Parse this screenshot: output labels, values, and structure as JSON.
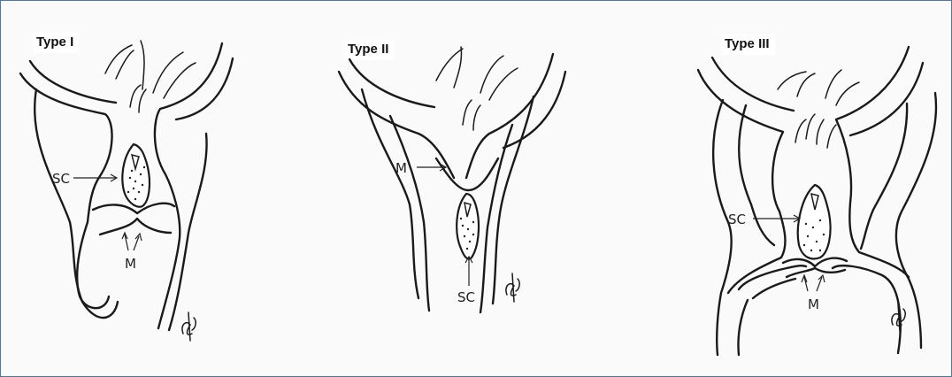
{
  "panels": [
    {
      "title": "Type I",
      "labels": {
        "sc": "SC",
        "m": "M"
      },
      "signature": "JH"
    },
    {
      "title": "Type II",
      "labels": {
        "sc": "SC",
        "m": "M"
      },
      "signature": "JH"
    },
    {
      "title": "Type III",
      "labels": {
        "sc": "SC",
        "m": "M"
      },
      "signature": "JH"
    }
  ],
  "colors": {
    "frame_border": "#4a78a8",
    "background": "#fafafa",
    "line": "#1a1a1a"
  }
}
